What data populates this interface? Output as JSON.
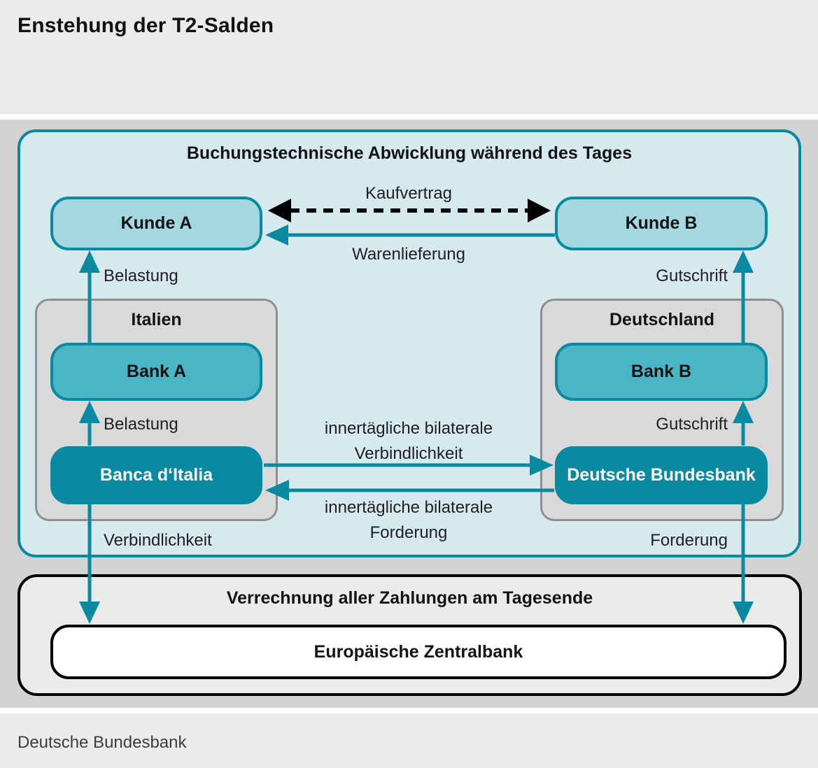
{
  "title": "Enstehung der T2-Salden",
  "footer": "Deutsche Bundesbank",
  "colors": {
    "accent_teal": "#0a8aa1",
    "medium_teal": "#4ab5c4",
    "light_teal": "#a5d7e1",
    "panel_cyan": "#d6e9ee",
    "band_gray": "#d3d3d3",
    "group_gray": "#d9d9d9",
    "group_border_gray": "#8f8f8f",
    "light_band_gray": "#ebebeb",
    "arrow_black": "#000000"
  },
  "intraday": {
    "title": "Buchungstechnische Abwicklung während des Tages",
    "groups": {
      "italy": "Italien",
      "germany": "Deutschland"
    },
    "nodes": {
      "kunde_a": "Kunde A",
      "kunde_b": "Kunde B",
      "bank_a": "Bank A",
      "bank_b": "Bank B",
      "banca_d_italia": "Banca d‘Italia",
      "deutsche_bundesbank": "Deutsche Bundesbank"
    },
    "flow_labels": {
      "kaufvertrag": "Kaufvertrag",
      "warenlieferung": "Warenlieferung",
      "belastung_upper": "Belastung",
      "belastung_lower": "Belastung",
      "gutschrift_upper": "Gutschrift",
      "gutschrift_lower": "Gutschrift",
      "intraday_liability_line1": "innertägliche bilaterale",
      "intraday_liability_line2": "Verbindlichkeit",
      "intraday_claim_line1": "innertägliche bilaterale",
      "intraday_claim_line2": "Forderung",
      "verbindlichkeit_bottom": "Verbindlichkeit",
      "forderung_bottom": "Forderung"
    }
  },
  "end_of_day": {
    "title": "Verrechnung aller Zahlungen am Tagesende",
    "node_ecb": "Europäische Zentralbank"
  }
}
